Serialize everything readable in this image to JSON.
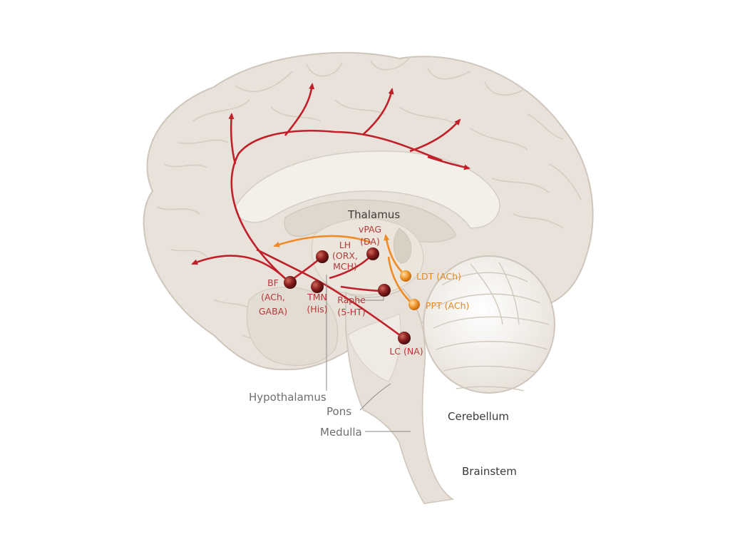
{
  "labels": {
    "thalamus": "Thalamus",
    "hypothalamus": "Hypothalamus",
    "pons": "Pons",
    "medulla": "Medulla",
    "cerebellum": "Cerebellum",
    "brainstem": "Brainstem"
  },
  "nuclei": {
    "bf": [
      "BF",
      "(ACh,",
      "GABA)"
    ],
    "lh": [
      "LH",
      "(ORX,",
      "MCH)"
    ],
    "vpag": [
      "vPAG",
      "(DA)"
    ],
    "tmn": [
      "TMN",
      "(His)"
    ],
    "raphe": [
      "Raphe",
      "(5-HT)"
    ],
    "lc": [
      "LC (NA)"
    ],
    "ldt": [
      "LDT (ACh)"
    ],
    "ppt": [
      "PPT (ACh)"
    ]
  },
  "colors": {
    "brain_fill": "#e8e2da",
    "brain_outline": "#cfc6bb",
    "inner_fill": "#f3efe9",
    "red_pathway": "#c0202a",
    "orange_pathway": "#f08a24",
    "red_node": "#8a1f1f",
    "orange_node": "#f29a30"
  }
}
